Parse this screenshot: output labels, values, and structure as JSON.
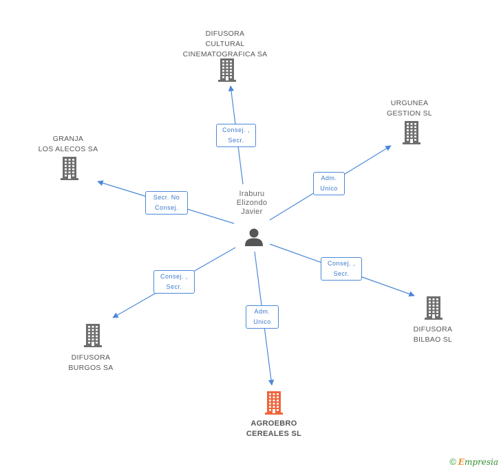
{
  "person": {
    "lines": [
      "Iraburu",
      "Elizondo",
      "Javier"
    ],
    "icon": "person-icon"
  },
  "companies": [
    {
      "id": "difusora-cultural",
      "lines": [
        "DIFUSORA",
        "CULTURAL",
        "CINEMATOGRAFICA SA"
      ],
      "icon": "building-icon",
      "color": "#6d6d6d",
      "highlight": false
    },
    {
      "id": "urgunea",
      "lines": [
        "URGUNEA",
        "GESTION SL"
      ],
      "icon": "building-icon",
      "color": "#6d6d6d",
      "highlight": false
    },
    {
      "id": "granja",
      "lines": [
        "GRANJA",
        "LOS ALECOS SA"
      ],
      "icon": "building-icon",
      "color": "#6d6d6d",
      "highlight": false
    },
    {
      "id": "difusora-bilbao",
      "lines": [
        "DIFUSORA",
        "BILBAO SL"
      ],
      "icon": "building-icon",
      "color": "#6d6d6d",
      "highlight": false
    },
    {
      "id": "difusora-burgos",
      "lines": [
        "DIFUSORA",
        "BURGOS SA"
      ],
      "icon": "building-icon",
      "color": "#6d6d6d",
      "highlight": false
    },
    {
      "id": "agroebro",
      "lines": [
        "AGROEBRO",
        "CEREALES SL"
      ],
      "icon": "building-icon",
      "color": "#f0643a",
      "highlight": true
    }
  ],
  "relations": [
    {
      "to": "difusora-cultural",
      "lines": [
        "Consej. ,",
        "Secr."
      ]
    },
    {
      "to": "urgunea",
      "lines": [
        "Adm.",
        "Unico"
      ]
    },
    {
      "to": "granja",
      "lines": [
        "Secr. No",
        "Consej."
      ]
    },
    {
      "to": "difusora-bilbao",
      "lines": [
        "Consej. ,",
        "Secr."
      ]
    },
    {
      "to": "difusora-burgos",
      "lines": [
        "Consej. ,",
        "Secr."
      ]
    },
    {
      "to": "agroebro",
      "lines": [
        "Adm.",
        "Unico"
      ]
    }
  ],
  "colors": {
    "edge": "#4a88d8",
    "building": "#6d6d6d",
    "highlight": "#f0643a",
    "person": "#555555"
  },
  "watermark": {
    "copyright": "©",
    "initial": "E",
    "brand": "mpresia"
  }
}
